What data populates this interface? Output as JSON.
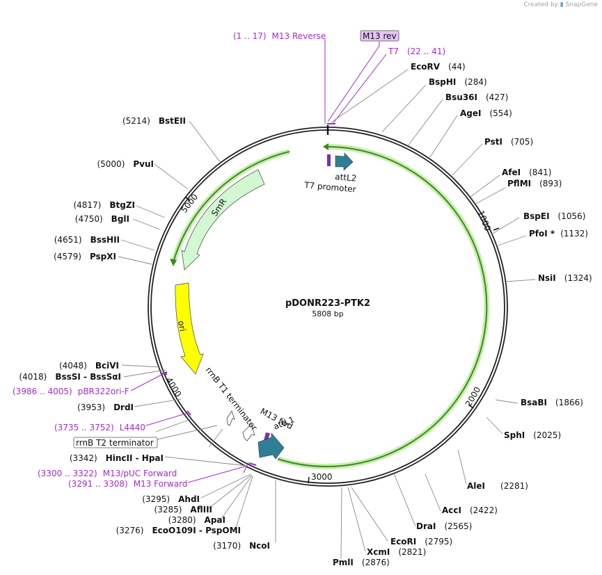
{
  "credit": {
    "prefix": "Created by",
    "brand": "SnapGene"
  },
  "plasmid": {
    "name": "pDONR223-PTK2",
    "length_label": "5808 bp",
    "length": 5808
  },
  "ticks": [
    "1000",
    "2000",
    "3000",
    "4000",
    "5000"
  ],
  "sites": [
    {
      "name": "EcoRV",
      "pos": "(44)",
      "side": "right"
    },
    {
      "name": "BspHI",
      "pos": "(284)",
      "side": "right"
    },
    {
      "name": "Bsu36I",
      "pos": "(427)",
      "side": "right"
    },
    {
      "name": "AgeI",
      "pos": "(554)",
      "side": "right"
    },
    {
      "name": "PstI",
      "pos": "(705)",
      "side": "right"
    },
    {
      "name": "AfeI",
      "pos": "(841)",
      "side": "right"
    },
    {
      "name": "PflMI",
      "pos": "(893)",
      "side": "right"
    },
    {
      "name": "BspEI",
      "pos": "(1056)",
      "side": "right"
    },
    {
      "name": "PfoI *",
      "pos": "(1132)",
      "side": "right"
    },
    {
      "name": "NsiI",
      "pos": "(1324)",
      "side": "right"
    },
    {
      "name": "BsaBI",
      "pos": "(1866)",
      "side": "right"
    },
    {
      "name": "SphI",
      "pos": "(2025)",
      "side": "right"
    },
    {
      "name": "AleI",
      "pos": "(2281)",
      "side": "right"
    },
    {
      "name": "AccI",
      "pos": "(2422)",
      "side": "right"
    },
    {
      "name": "DraI",
      "pos": "(2565)",
      "side": "right"
    },
    {
      "name": "EcoRI",
      "pos": "(2795)",
      "side": "right"
    },
    {
      "name": "XcmI",
      "pos": "(2821)",
      "side": "right"
    },
    {
      "name": "PmlI",
      "pos": "(2876)",
      "side": "right"
    },
    {
      "name": "NcoI",
      "pos": "(3170)",
      "side": "left"
    },
    {
      "name": "EcoO109I  -  PspOMI",
      "pos": "(3276)",
      "side": "left"
    },
    {
      "name": "ApaI",
      "pos": "(3280)",
      "side": "left"
    },
    {
      "name": "AflIII",
      "pos": "(3285)",
      "side": "left"
    },
    {
      "name": "AhdI",
      "pos": "(3295)",
      "side": "left"
    },
    {
      "name": "HincII  -  HpaI",
      "pos": "(3342)",
      "side": "left"
    },
    {
      "name": "DrdI",
      "pos": "(3953)",
      "side": "left"
    },
    {
      "name": "BssSI  -  BssSαI",
      "pos": "(4018)",
      "side": "left"
    },
    {
      "name": "BciVI",
      "pos": "(4048)",
      "side": "left"
    },
    {
      "name": "PspXI",
      "pos": "(4579)",
      "side": "left"
    },
    {
      "name": "BssHII",
      "pos": "(4651)",
      "side": "left"
    },
    {
      "name": "BglI",
      "pos": "(4750)",
      "side": "left"
    },
    {
      "name": "BtgZI",
      "pos": "(4817)",
      "side": "left"
    },
    {
      "name": "PvuI",
      "pos": "(5000)",
      "side": "left"
    },
    {
      "name": "BstEII",
      "pos": "(5214)",
      "side": "left"
    }
  ],
  "primers": [
    {
      "range": "(1 .. 17)",
      "name": "M13 Reverse"
    },
    {
      "range": "(22 .. 41)",
      "name": "T7"
    },
    {
      "range": "(3300 .. 3322)",
      "name": "M13/pUC Forward"
    },
    {
      "range": "(3291 .. 3308)",
      "name": "M13 Forward"
    },
    {
      "range": "(3986 .. 4005)",
      "name": "pBR322ori-F"
    },
    {
      "range": "(3735 .. 3752)",
      "name": "L4440"
    }
  ],
  "boxed_labels": {
    "m13_rev": "M13 rev",
    "rrnb_t2": "rrnB T2 terminator"
  },
  "features": {
    "attL2": "attL2",
    "t7_promoter": "T7 promoter",
    "smr": "SmR",
    "ori": "ori",
    "rrnb_t1": "rrnB T1 terminator",
    "m13_fwd": "M13 fwd",
    "attL1": "attL1"
  },
  "colors": {
    "backbone": "#222222",
    "insert_green": "#3a8a1a",
    "insert_glow": "#c8eeb0",
    "smr_fill": "#d2f8d2",
    "ori_fill": "#ffff00",
    "att_fill": "#2f7f94",
    "primer": "#a12bd1",
    "m13rev_box": "#e4c3f5"
  }
}
